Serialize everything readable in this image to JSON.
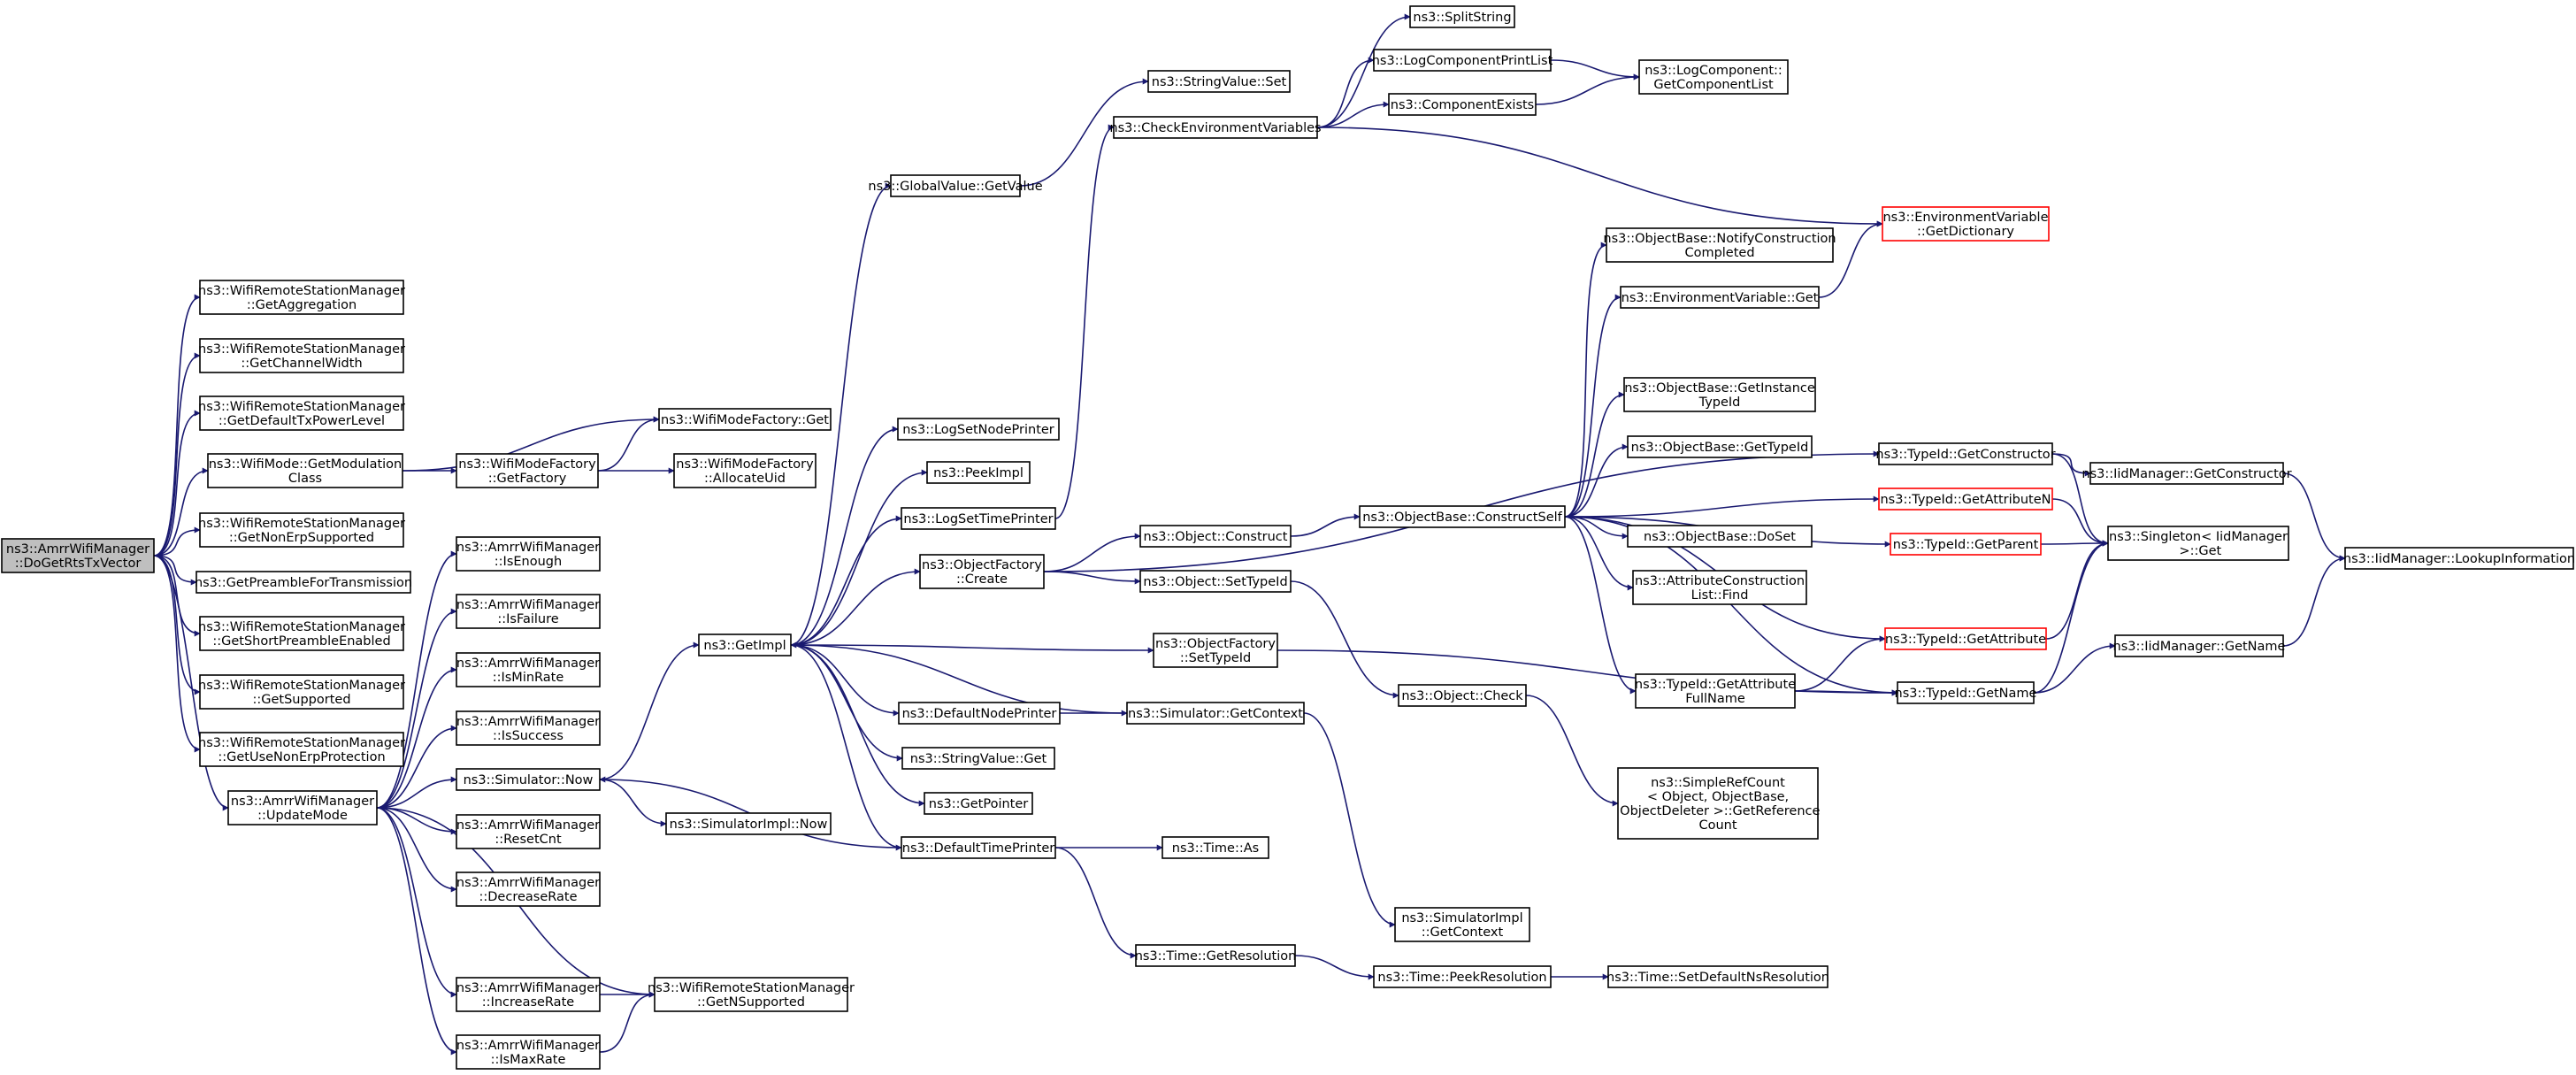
{
  "graph": {
    "edge_color": "#191970",
    "truncated_node_color": "#ff0000",
    "root_fill": "#bfbfbf",
    "nodes": {
      "root": "ns3::AmrrWifiManager\n::DoGetRtsTxVector",
      "getAggregation": "ns3::WifiRemoteStationManager\n::GetAggregation",
      "getChannelWidth": "ns3::WifiRemoteStationManager\n::GetChannelWidth",
      "getDefaultTxPowerLevel": "ns3::WifiRemoteStationManager\n::GetDefaultTxPowerLevel",
      "getModulationClass": "ns3::WifiMode::GetModulation\nClass",
      "getNonErpSupported": "ns3::WifiRemoteStationManager\n::GetNonErpSupported",
      "getPreambleForTransmission": "ns3::GetPreambleForTransmission",
      "getShortPreambleEnabled": "ns3::WifiRemoteStationManager\n::GetShortPreambleEnabled",
      "getSupported": "ns3::WifiRemoteStationManager\n::GetSupported",
      "getUseNonErpProtection": "ns3::WifiRemoteStationManager\n::GetUseNonErpProtection",
      "updateMode": "ns3::AmrrWifiManager\n::UpdateMode",
      "wifiModeFactoryGetFactory": "ns3::WifiModeFactory\n::GetFactory",
      "wifiModeFactoryGet": "ns3::WifiModeFactory::Get",
      "allocateUid": "ns3::WifiModeFactory\n::AllocateUid",
      "isEnough": "ns3::AmrrWifiManager\n::IsEnough",
      "isFailure": "ns3::AmrrWifiManager\n::IsFailure",
      "isMinRate": "ns3::AmrrWifiManager\n::IsMinRate",
      "isSuccess": "ns3::AmrrWifiManager\n::IsSuccess",
      "simulatorNow": "ns3::Simulator::Now",
      "resetCnt": "ns3::AmrrWifiManager\n::ResetCnt",
      "decreaseRate": "ns3::AmrrWifiManager\n::DecreaseRate",
      "increaseRate": "ns3::AmrrWifiManager\n::IncreaseRate",
      "isMaxRate": "ns3::AmrrWifiManager\n::IsMaxRate",
      "getNSupported": "ns3::WifiRemoteStationManager\n::GetNSupported",
      "simulatorImplNow": "ns3::SimulatorImpl::Now",
      "getImpl": "ns3::GetImpl",
      "globalValueGetValue": "ns3::GlobalValue::GetValue",
      "logSetNodePrinter": "ns3::LogSetNodePrinter",
      "peekImpl": "ns3::PeekImpl",
      "logSetTimePrinter": "ns3::LogSetTimePrinter",
      "objectFactoryCreate": "ns3::ObjectFactory\n::Create",
      "defaultNodePrinter": "ns3::DefaultNodePrinter",
      "stringValueGet": "ns3::StringValue::Get",
      "getPointer": "ns3::GetPointer",
      "defaultTimePrinter": "ns3::DefaultTimePrinter",
      "stringValueSet": "ns3::StringValue::Set",
      "checkEnvironmentVariables": "ns3::CheckEnvironmentVariables",
      "objectConstruct": "ns3::Object::Construct",
      "objectSetTypeId": "ns3::Object::SetTypeId",
      "objectFactorySetTypeId": "ns3::ObjectFactory\n::SetTypeId",
      "simulatorGetContext": "ns3::Simulator::GetContext",
      "timeAs": "ns3::Time::As",
      "timeGetResolution": "ns3::Time::GetResolution",
      "splitString": "ns3::SplitString",
      "logComponentPrintList": "ns3::LogComponentPrintList",
      "componentExists": "ns3::ComponentExists",
      "logComponentGetList": "ns3::LogComponent::\nGetComponentList",
      "objectBaseConstructSelf": "ns3::ObjectBase::ConstructSelf",
      "objectCheck": "ns3::Object::Check",
      "simulatorImplGetContext": "ns3::SimulatorImpl\n::GetContext",
      "timePeekResolution": "ns3::Time::PeekResolution",
      "timeSetDefaultNsResolution": "ns3::Time::SetDefaultNsResolution",
      "notifyConstructionCompleted": "ns3::ObjectBase::NotifyConstruction\nCompleted",
      "environmentVariableGet": "ns3::EnvironmentVariable::Get",
      "getInstanceTypeId": "ns3::ObjectBase::GetInstance\nTypeId",
      "objectBaseGetTypeId": "ns3::ObjectBase::GetTypeId",
      "objectBaseDoSet": "ns3::ObjectBase::DoSet",
      "attributeConstructionListFind": "ns3::AttributeConstruction\nList::Find",
      "typeIdGetAttributeFullName": "ns3::TypeId::GetAttribute\nFullName",
      "simpleRefCount": "ns3::SimpleRefCount\n< Object, ObjectBase,\n ObjectDeleter >::GetReference\nCount",
      "environmentVariableGetDictionary": "ns3::EnvironmentVariable\n::GetDictionary",
      "typeIdGetConstructor": "ns3::TypeId::GetConstructor",
      "typeIdGetAttributeN": "ns3::TypeId::GetAttributeN",
      "typeIdGetParent": "ns3::TypeId::GetParent",
      "typeIdGetAttribute": "ns3::TypeId::GetAttribute",
      "typeIdGetName": "ns3::TypeId::GetName",
      "iidManagerGetConstructor": "ns3::IidManager::GetConstructor",
      "singletonGet": "ns3::Singleton< IidManager\n >::Get",
      "iidManagerGetName": "ns3::IidManager::GetName",
      "iidManagerLookupInformation": "ns3::IidManager::LookupInformation"
    }
  }
}
